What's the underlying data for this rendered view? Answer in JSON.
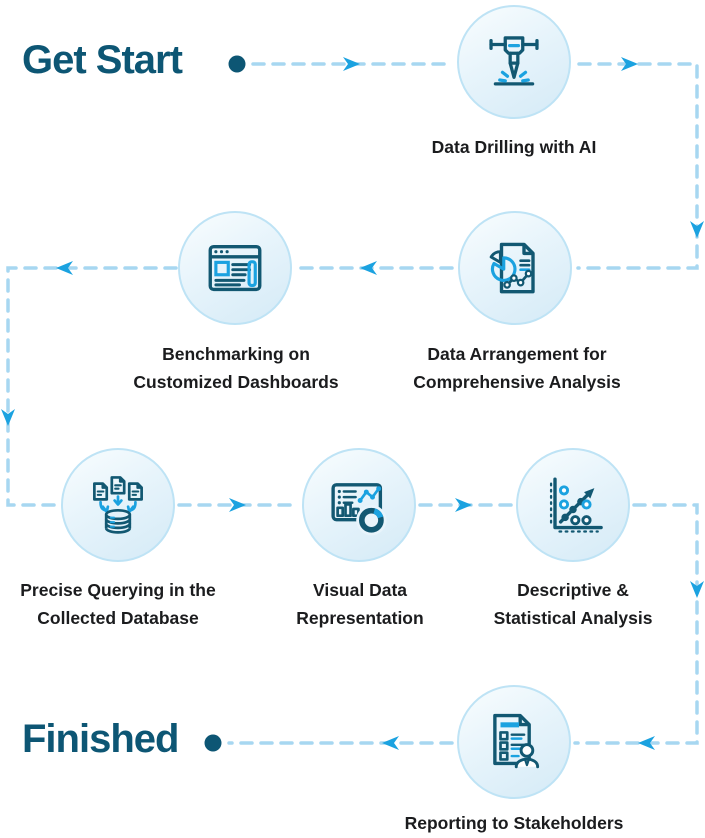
{
  "titles": {
    "start": "Get Start",
    "finish": "Finished"
  },
  "colors": {
    "title_text": "#0d5674",
    "label_text": "#1b1c1e",
    "dashed_line": "#a7d7f1",
    "arrowhead": "#1ba2e0",
    "terminal_dot": "#0d5674",
    "node_border": "#bee3f5",
    "node_fill": "#e3f2fa",
    "icon_outline": "#125872",
    "icon_accent": "#1ba2e0"
  },
  "nodes": [
    {
      "id": "data-drilling",
      "icon": "jackhammer-icon",
      "lines": [
        "Data Drilling with AI"
      ]
    },
    {
      "id": "data-arrangement",
      "icon": "report-piechart-icon",
      "lines": [
        "Data Arrangement for",
        "Comprehensive Analysis"
      ]
    },
    {
      "id": "benchmarking",
      "icon": "dashboard-browser-icon",
      "lines": [
        "Benchmarking on",
        "Customized Dashboards"
      ]
    },
    {
      "id": "precise-querying",
      "icon": "documents-database-icon",
      "lines": [
        "Precise Querying in the",
        "Collected Database"
      ]
    },
    {
      "id": "visual-representation",
      "icon": "charts-dashboard-icon",
      "lines": [
        "Visual Data",
        "Representation"
      ]
    },
    {
      "id": "statistical-analysis",
      "icon": "scatter-plot-icon",
      "lines": [
        "Descriptive &",
        "Statistical Analysis"
      ]
    },
    {
      "id": "reporting",
      "icon": "report-person-icon",
      "lines": [
        "Reporting to Stakeholders"
      ]
    }
  ]
}
